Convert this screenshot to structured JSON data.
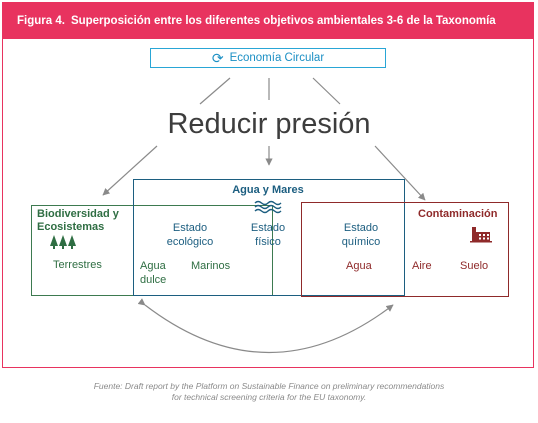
{
  "header": {
    "figure_label": "Figura 4.",
    "title": "Superposición entre los diferentes objetivos ambientales 3-6 de la Taxonomía"
  },
  "economia_circular": {
    "label": "Economía Circular",
    "icon": "recycle-arrows-icon"
  },
  "center_text": "Reducir presión",
  "biodiversidad": {
    "title_line1": "Biodiversidad y",
    "title_line2": "Ecosistemas",
    "icon": "trees-icon",
    "terrestres": "Terrestres"
  },
  "agua_mares": {
    "title": "Agua y Mares",
    "icon": "waves-icon",
    "estado_ecologico_line1": "Estado",
    "estado_ecologico_line2": "ecológico",
    "estado_fisico_line1": "Estado",
    "estado_fisico_line2": "físico",
    "estado_quimico_line1": "Estado",
    "estado_quimico_line2": "químico",
    "agua_dulce_line1": "Agua",
    "agua_dulce_line2": "dulce",
    "marinos": "Marinos"
  },
  "contaminacion": {
    "title": "Contaminación",
    "icon": "factory-icon",
    "agua": "Agua",
    "aire": "Aire",
    "suelo": "Suelo"
  },
  "colors": {
    "accent_pink": "#e8335f",
    "circular_blue": "#29a6d6",
    "bio_green": "#3d7a50",
    "water_blue": "#1c5e80",
    "pollution_red": "#8f2a2a"
  },
  "source": {
    "line1": "Fuente: Draft report by the Platform on Sustainable Finance on preliminary recommendations",
    "line2": "for technical screening criteria for the EU taxonomy."
  }
}
